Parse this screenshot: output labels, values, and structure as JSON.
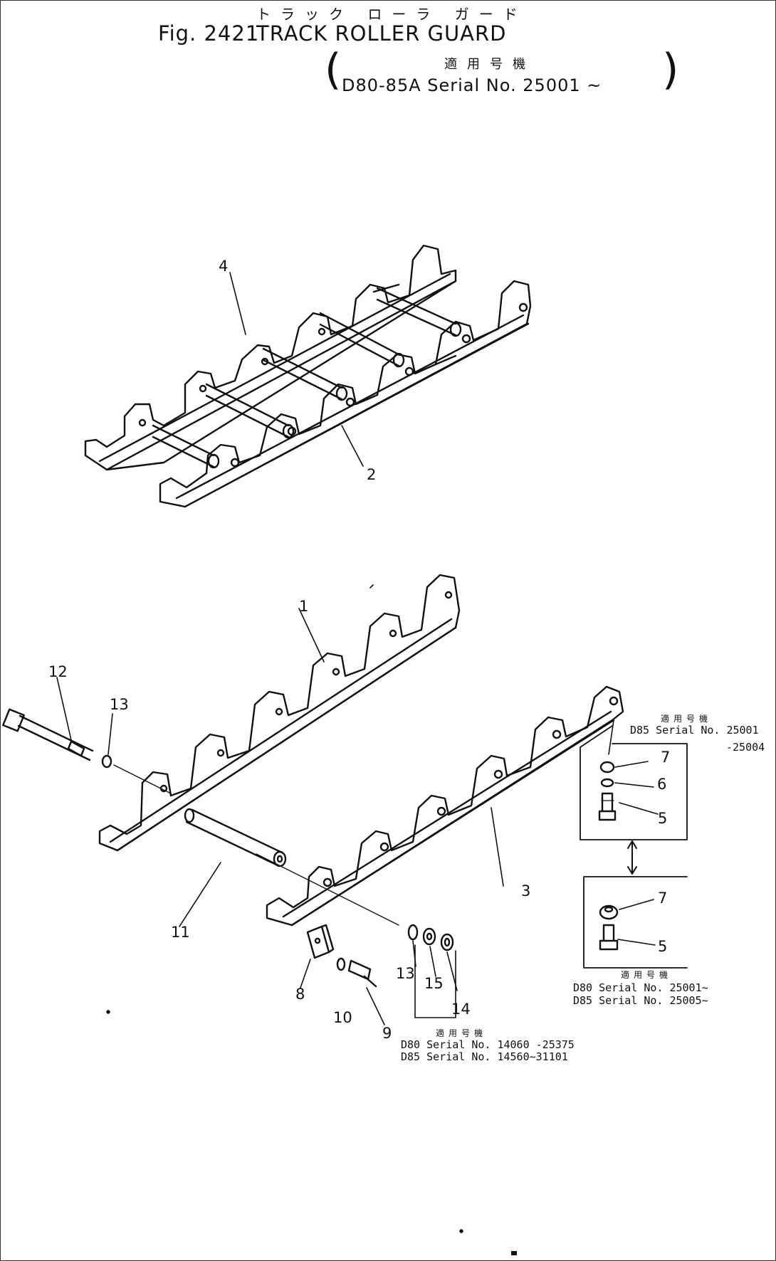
{
  "header": {
    "title_kana": "トラック ローラ ガード",
    "fig_label": "Fig. 2421",
    "fig_title": "TRACK ROLLER GUARD",
    "applicability_jp": "適用号機",
    "applicability_serial": "D80-85A  Serial  No. 25001 ~"
  },
  "callouts": {
    "c1": "1",
    "c2": "2",
    "c3": "3",
    "c4": "4",
    "c5a": "5",
    "c5b": "5",
    "c6": "6",
    "c7a": "7",
    "c7b": "7",
    "c8": "8",
    "c9": "9",
    "c10": "10",
    "c11": "11",
    "c12": "12",
    "c13a": "13",
    "c13b": "13",
    "c14": "14",
    "c15": "15"
  },
  "notes": {
    "box_top": {
      "jp": "適用号機",
      "line1": "D85 Serial No. 25001",
      "line2": "-25004"
    },
    "box_bottom": {
      "jp": "適用号機",
      "line1": "D80 Serial No. 25001~",
      "line2": "D85 Serial No. 25005~"
    },
    "bracket": {
      "jp": "適用号機",
      "line1": "D80 Serial No. 14060 -25375",
      "line2": "D85 Serial No. 14560~31101"
    }
  },
  "colors": {
    "ink": "#111111",
    "paper": "#ffffff"
  }
}
